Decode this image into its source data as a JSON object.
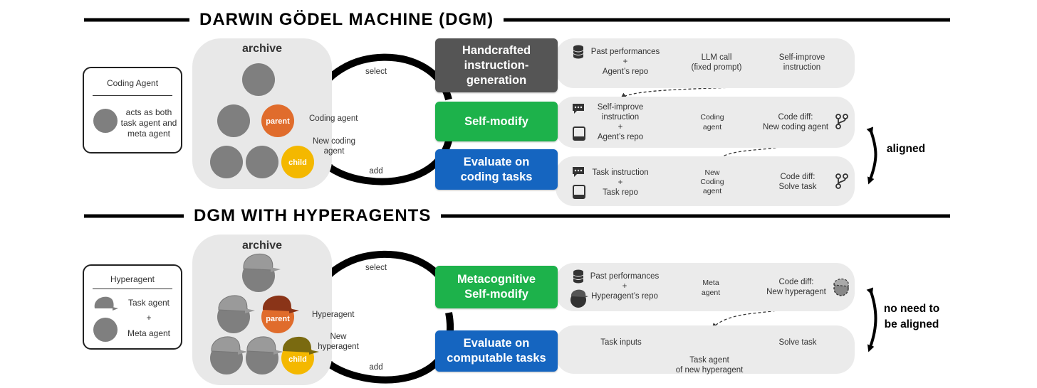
{
  "dgm": {
    "title": "DARWIN GÖDEL MACHINE (DGM)",
    "legend": {
      "title": "Coding Agent",
      "description": "acts as both\ntask agent and\nmeta agent"
    },
    "archive_label": "archive",
    "parent_label": "parent",
    "child_label": "child",
    "coding_agent_label": "Coding agent",
    "new_coding_agent_label": "New coding\nagent",
    "select_label": "select",
    "add_label": "add",
    "steps": {
      "instruction_generation": "Handcrafted\ninstruction-\ngeneration",
      "self_modify": "Self-modify",
      "evaluate": "Evaluate on\ncoding tasks"
    },
    "lane1": {
      "input": "Past performances\n+\nAgent’s repo",
      "process": "LLM call\n(fixed prompt)",
      "output": "Self-improve\ninstruction"
    },
    "lane2": {
      "input": "Self-improve\ninstruction\n+\nAgent’s repo",
      "process": "Coding\nagent",
      "output": "Code diff:\nNew coding agent"
    },
    "lane3": {
      "input": "Task instruction\n+\nTask repo",
      "process": "New\nCoding\nagent",
      "output": "Code diff:\nSolve task"
    },
    "alignment_label": "aligned"
  },
  "hyper": {
    "title": "DGM WITH HYPERAGENTS",
    "legend": {
      "title": "Hyperagent",
      "task_agent": "Task agent",
      "plus": "+",
      "meta_agent": "Meta agent"
    },
    "archive_label": "archive",
    "parent_label": "parent",
    "child_label": "child",
    "hyperagent_label": "Hyperagent",
    "new_hyperagent_label": "New\nhyperagent",
    "select_label": "select",
    "add_label": "add",
    "steps": {
      "metacognitive": "Metacognitive\nSelf-modify",
      "evaluate": "Evaluate on\ncomputable tasks"
    },
    "lane1": {
      "input": "Past performances\n+\nHyperagent’s repo",
      "process": "Meta\nagent",
      "output": "Code diff:\nNew hyperagent"
    },
    "lane2": {
      "input": "Task inputs",
      "process": "Task agent\nof new hyperagent",
      "output": "Solve task"
    },
    "alignment_label": "no need to\nbe aligned"
  },
  "colors": {
    "gray_step": "#555555",
    "green_step": "#1db24b",
    "blue_step": "#1565c0",
    "parent": "#e06c2c",
    "child": "#f4b800",
    "node": "#7f7f7f"
  }
}
